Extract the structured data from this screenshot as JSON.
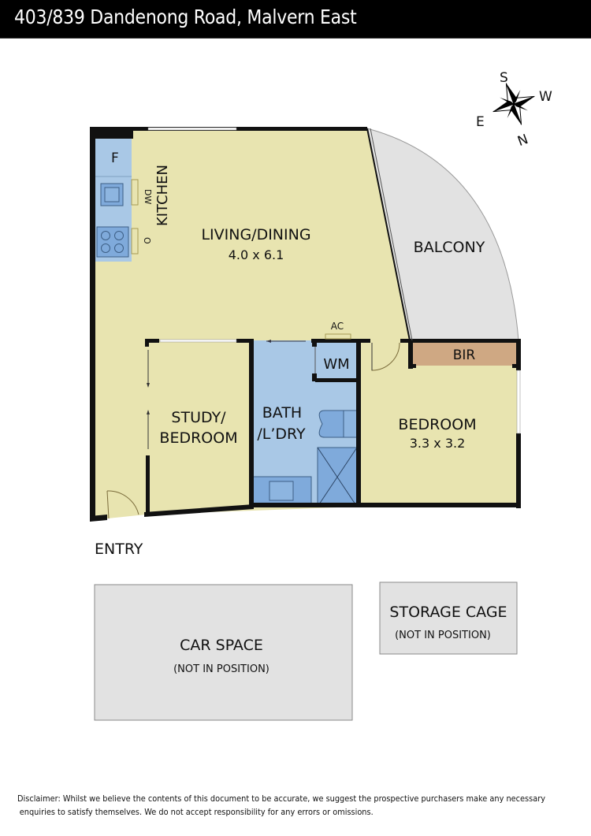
{
  "header": {
    "title": "403/839 Dandenong Road, Malvern East"
  },
  "compass": {
    "icon": "compass-rose-icon",
    "labels": {
      "north": "N",
      "south": "S",
      "east": "E",
      "west": "W"
    }
  },
  "rooms": {
    "kitchen": {
      "label": "KITCHEN",
      "fixtures": {
        "fridge": "F",
        "dishwasher": "DW",
        "oven": "O"
      }
    },
    "living": {
      "label": "LIVING/DINING",
      "dims": "4.0 x 6.1"
    },
    "balcony": {
      "label": "BALCONY"
    },
    "study": {
      "label_line1": "STUDY/",
      "label_line2": "BEDROOM"
    },
    "bath": {
      "label_line1": "BATH",
      "label_line2": "/L’DRY",
      "wm": "WM",
      "ac": "AC"
    },
    "bedroom": {
      "label": "BEDROOM",
      "dims": "3.3 x 3.2",
      "bir": "BIR"
    },
    "entry": {
      "label": "ENTRY"
    }
  },
  "external": {
    "car_space": {
      "label": "CAR SPACE",
      "note": "(NOT IN POSITION)"
    },
    "storage_cage": {
      "label": "STORAGE CAGE",
      "note": "(NOT IN POSITION)"
    }
  },
  "colors": {
    "living_fill": "#E8E4B0",
    "wet_area_fill": "#A9C8E6",
    "fixture_fill": "#7FAADB",
    "balcony_fill": "#E2E2E2",
    "bir_fill": "#CFA883",
    "wall": "#111111"
  },
  "footer": {
    "disclaimer_line1": "Disclaimer: Whilst we believe the contents of this document to be accurate, we suggest the prospective purchasers make any necessary",
    "disclaimer_line2": "enquiries to satisfy themselves. We do not accept responsibility for any errors or omissions."
  }
}
